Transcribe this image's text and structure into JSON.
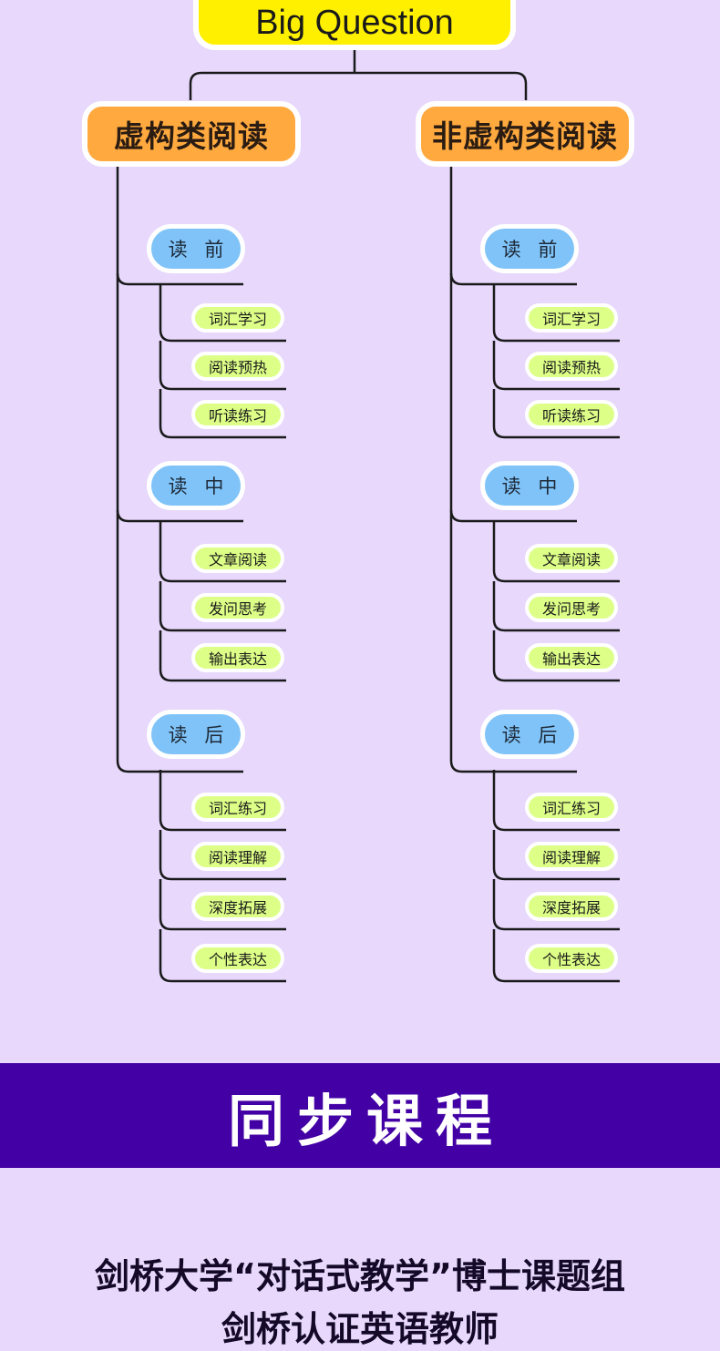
{
  "root": {
    "label": "Big Question"
  },
  "categories": [
    {
      "label": "虚构类阅读",
      "phases": [
        {
          "label": "读 前",
          "items": [
            "词汇学习",
            "阅读预热",
            "听读练习"
          ]
        },
        {
          "label": "读 中",
          "items": [
            "文章阅读",
            "发问思考",
            "输出表达"
          ]
        },
        {
          "label": "读 后",
          "items": [
            "词汇练习",
            "阅读理解",
            "深度拓展",
            "个性表达"
          ]
        }
      ]
    },
    {
      "label": "非虚构类阅读",
      "phases": [
        {
          "label": "读 前",
          "items": [
            "词汇学习",
            "阅读预热",
            "听读练习"
          ]
        },
        {
          "label": "读 中",
          "items": [
            "文章阅读",
            "发问思考",
            "输出表达"
          ]
        },
        {
          "label": "读 后",
          "items": [
            "词汇练习",
            "阅读理解",
            "深度拓展",
            "个性表达"
          ]
        }
      ]
    }
  ],
  "banner": {
    "title": "同步课程"
  },
  "footer": {
    "line1": "剑桥大学“对话式教学”博士课题组",
    "line2": "剑桥认证英语教师"
  },
  "colors": {
    "background": "#e7d8fc",
    "root_fill": "#fff000",
    "category_fill": "#ffa93f",
    "phase_fill": "#7fc3f8",
    "leaf_fill": "#ddff88",
    "banner_fill": "#4200a5",
    "line": "#1a1a1a"
  }
}
